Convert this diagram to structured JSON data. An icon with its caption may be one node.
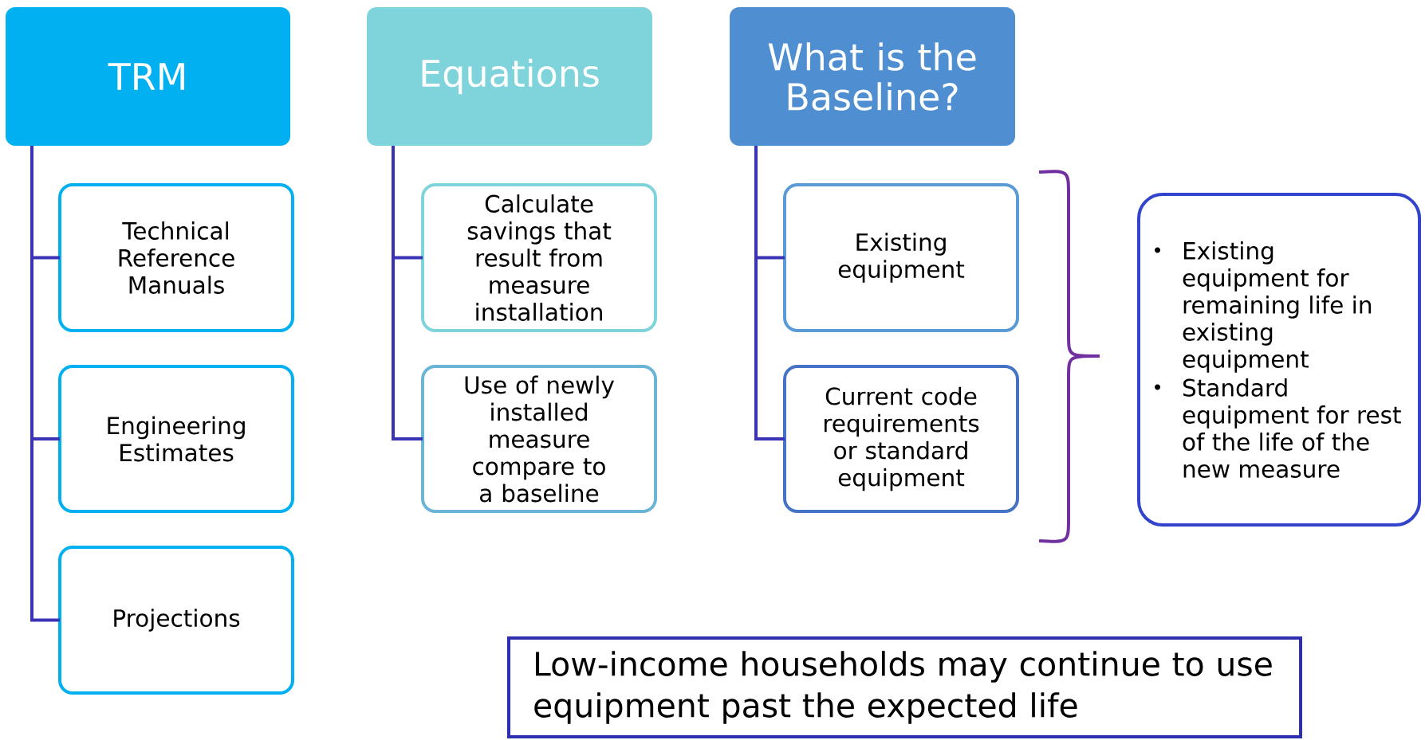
{
  "diagram": {
    "nodes": [
      {
        "text": [
          "TRM"
        ]
      },
      {
        "text": [
          "Technical Reference Manuals"
        ]
      },
      {
        "text": [
          "Engineering Estimates"
        ]
      },
      {
        "text": [
          "Projections"
        ]
      },
      {
        "text": [
          "Equations"
        ]
      },
      {
        "text": [
          "Calculate savings that result from measure installation"
        ]
      },
      {
        "text": [
          "Use of newly installed measure compare to a baseline"
        ]
      },
      {
        "text": [
          "What is the Baseline?"
        ]
      },
      {
        "text": [
          "Existing equipment"
        ]
      },
      {
        "text": [
          "Current code requirements or standard equipment"
        ]
      },
      {
        "text": [
          "Existing equipment for remaining life in existing equipment",
          "Standard equipment for rest of the life of the new measure"
        ]
      },
      {
        "text": [
          "Low-income households may continue to use equipment past the expected life"
        ]
      }
    ],
    "edges": [
      {
        "from": 0,
        "to": 1,
        "arrow": "none"
      },
      {
        "from": 0,
        "to": 2,
        "arrow": "none"
      },
      {
        "from": 0,
        "to": 3,
        "arrow": "none"
      },
      {
        "from": 4,
        "to": 5,
        "arrow": "none"
      },
      {
        "from": 4,
        "to": 6,
        "arrow": "none"
      },
      {
        "from": 7,
        "to": 8,
        "arrow": "none"
      },
      {
        "from": 7,
        "to": 9,
        "arrow": "none"
      }
    ]
  }
}
